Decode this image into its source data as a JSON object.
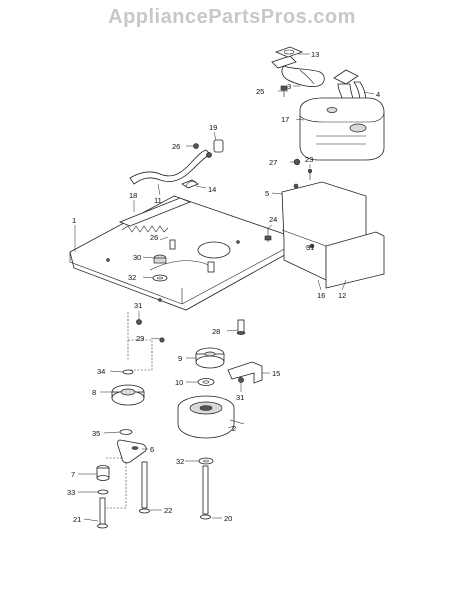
{
  "watermark": "AppliancePartsPros.com",
  "callouts": {
    "c1": "1",
    "c2": "2",
    "c3": "3",
    "c4": "4",
    "c5": "5",
    "c6": "6",
    "c7": "7",
    "c8": "8",
    "c9": "9",
    "c10": "10",
    "c11": "11",
    "c12": "12",
    "c13": "13",
    "c14": "14",
    "c15": "15",
    "c16": "16",
    "c17": "17",
    "c18": "18",
    "c19": "19",
    "c20": "20",
    "c21": "21",
    "c22": "22",
    "c23": "23",
    "c24": "24",
    "c25": "25",
    "c26": "26",
    "c27": "27",
    "c28": "28",
    "c29": "29",
    "c30": "30",
    "c31": "31",
    "c32": "32",
    "c33": "33",
    "c34": "34",
    "c35": "35"
  }
}
